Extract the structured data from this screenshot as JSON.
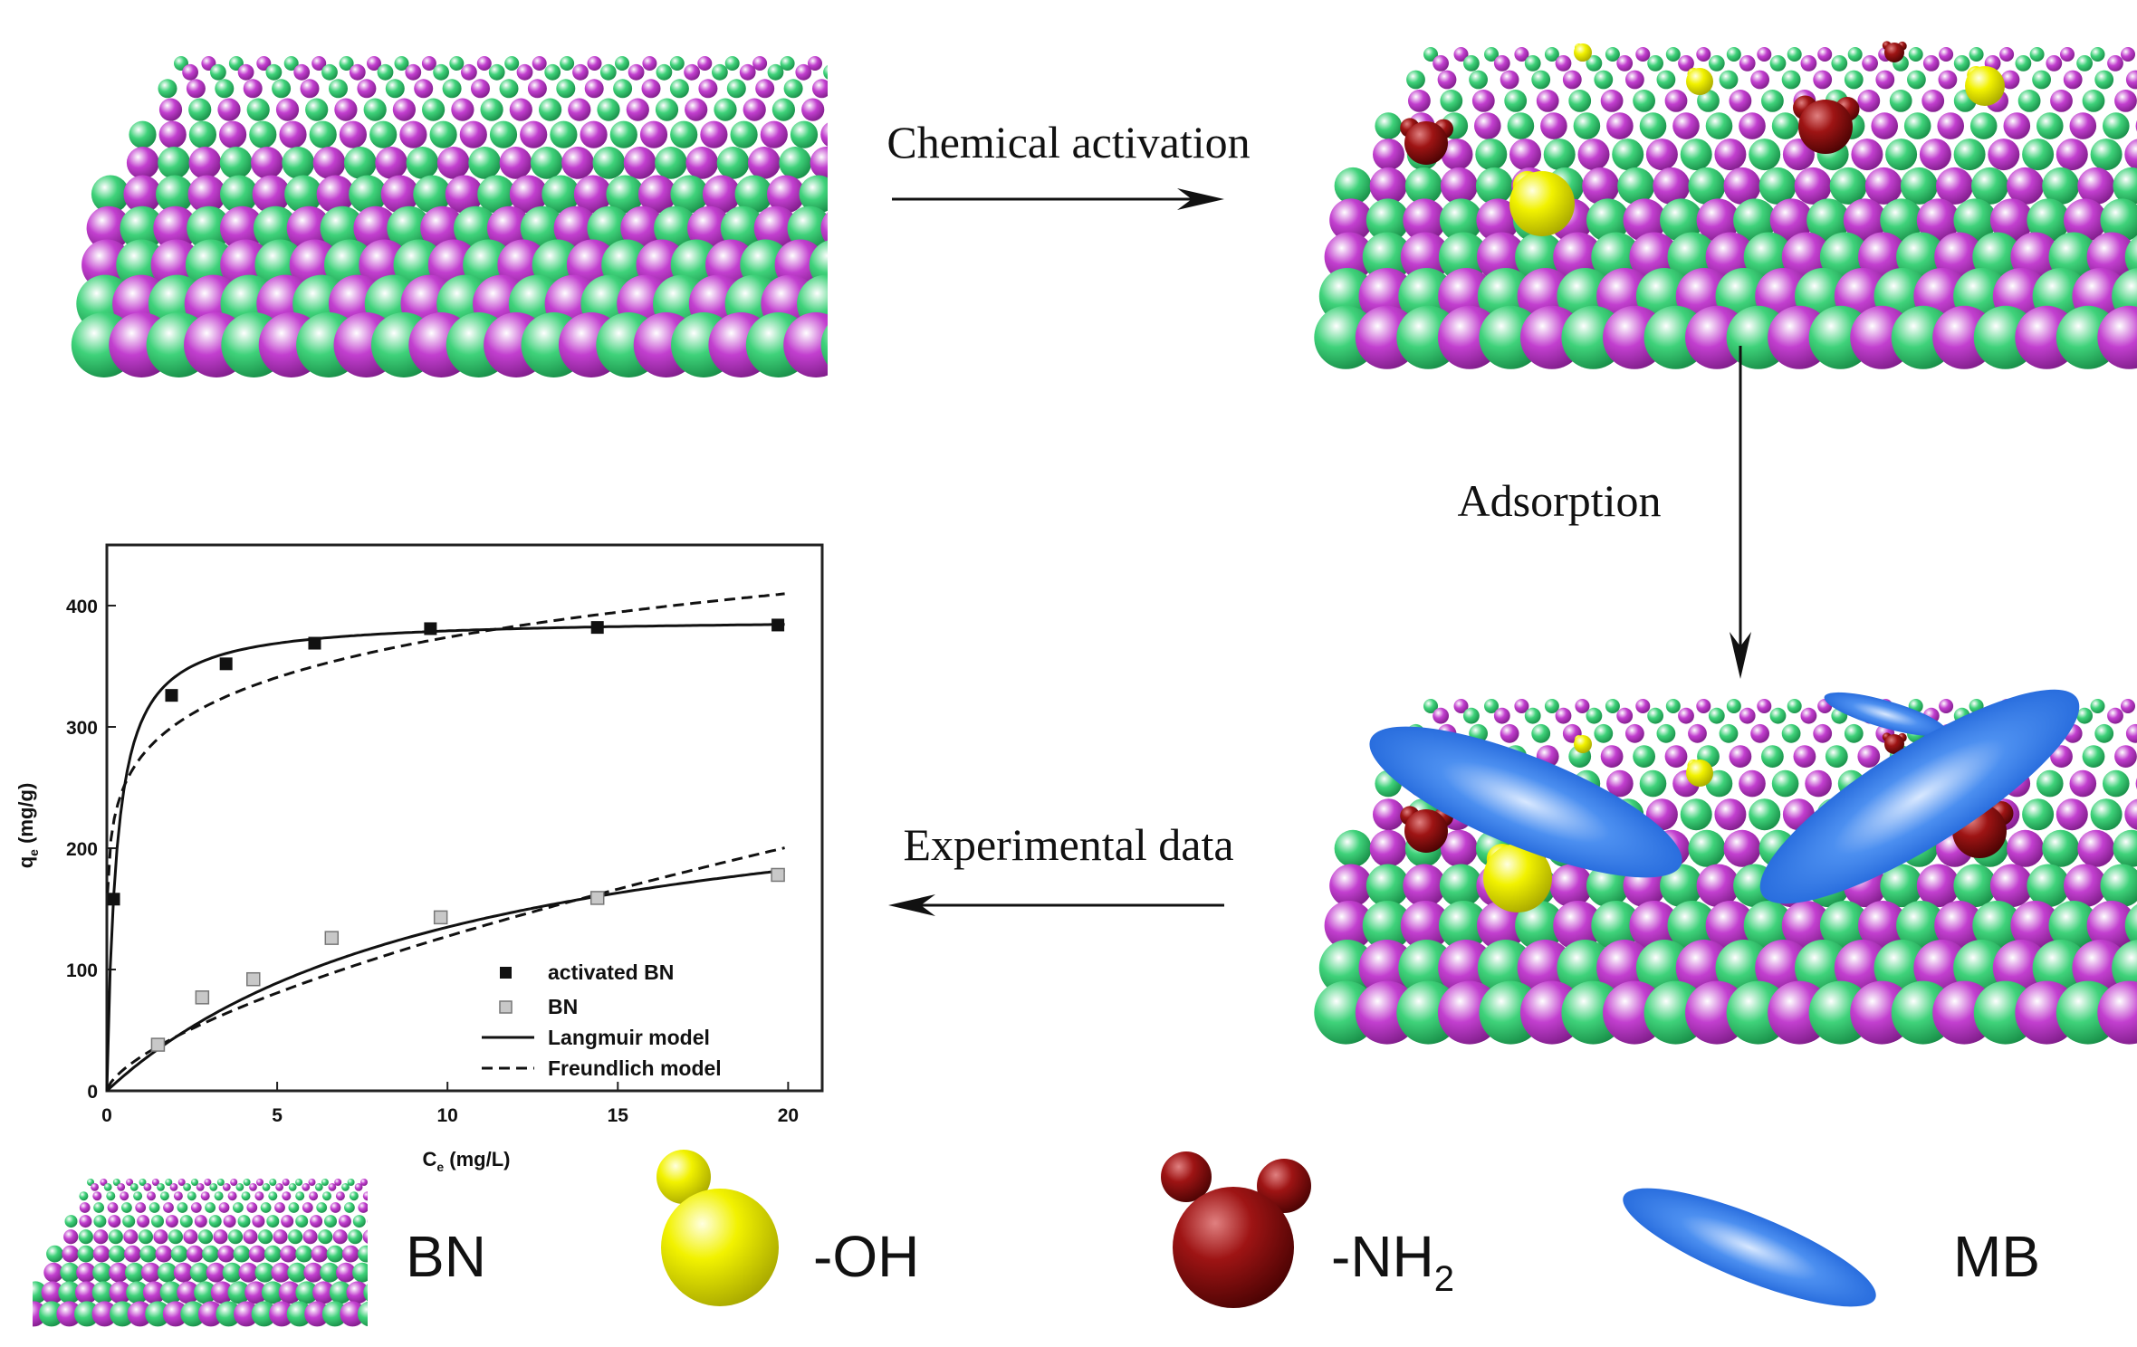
{
  "steps": {
    "activation": "Chemical activation",
    "adsorption": "Adsorption",
    "experimental": "Experimental data"
  },
  "legend": {
    "bn": "BN",
    "oh": "-OH",
    "nh2_main": "-NH",
    "nh2_sub": "2",
    "mb": "MB"
  },
  "colors": {
    "nitrogen_sphere": "#3fd27a",
    "boron_sphere": "#c23fcf",
    "hydroxyl": "#e6e600",
    "amine": "#8b0c0c",
    "methylene_blue": "#1f6fe0"
  },
  "chart_data": {
    "type": "scatter",
    "xlabel_main": "C",
    "xlabel_sub": "e",
    "xlabel_unit": " (mg/L)",
    "ylabel_main": "q",
    "ylabel_sub": "e",
    "ylabel_unit": " (mg/g)",
    "xlim": [
      0,
      21
    ],
    "ylim": [
      0,
      450
    ],
    "xticks": [
      0,
      5,
      10,
      15,
      20
    ],
    "yticks": [
      0,
      100,
      200,
      300,
      400
    ],
    "legend_position": "bottom-right",
    "series": [
      {
        "name": "activated BN",
        "marker": "filled-square",
        "x": [
          0.2,
          1.9,
          3.5,
          6.1,
          9.5,
          14.4,
          19.7
        ],
        "y": [
          158,
          326,
          352,
          369,
          381,
          382,
          384
        ]
      },
      {
        "name": "BN",
        "marker": "open-square",
        "x": [
          1.5,
          2.8,
          4.3,
          6.6,
          9.8,
          14.4,
          19.7
        ],
        "y": [
          38,
          77,
          92,
          126,
          143,
          159,
          178
        ]
      }
    ],
    "models": [
      {
        "name": "Langmuir model",
        "style": "solid",
        "curves": [
          {
            "qm": 390,
            "KL": 3.5
          },
          {
            "qm": 280,
            "KL": 0.093
          }
        ]
      },
      {
        "name": "Freundlich model",
        "style": "dashed",
        "curves": [
          {
            "KF": 275,
            "n": 7.5
          },
          {
            "KF": 28,
            "n": 1.52
          }
        ]
      }
    ]
  }
}
